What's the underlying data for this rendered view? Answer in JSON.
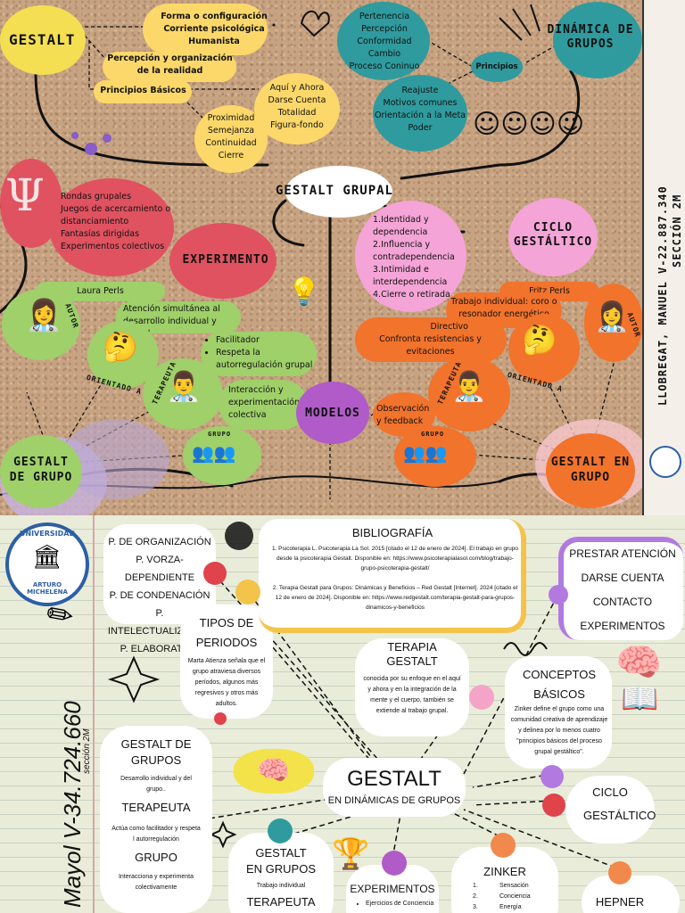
{
  "top": {
    "gestalt_title": "GESTALT",
    "gestalt_items": [
      "Forma o configuración",
      "Corriente psicológica",
      "Humanista"
    ],
    "perception": "Percepción y organización de la realidad",
    "principles_label": "Principios Básicos",
    "principles_a": [
      "Aquí y Ahora",
      "Darse Cuenta",
      "Totalidad",
      "Figura-fondo"
    ],
    "principles_b": [
      "Proximidad",
      "Semejanza",
      "Continuidad",
      "Cierre"
    ],
    "dinamica_title": "DINÁMICA DE GRUPOS",
    "dinamica_principios": "Principios",
    "dinamica_a": [
      "Pertenencia",
      "Percepción",
      "Conformidad",
      "Cambio",
      "Proceso Coninuo"
    ],
    "dinamica_b": [
      "Reajuste",
      "Motivos comunes",
      "Orientación a la Meta",
      "Poder"
    ],
    "grupal_title": "GESTALT GRUPAL",
    "psi_symbol": "Ψ",
    "experimento_items": [
      "Rondas grupales",
      "Juegos de acercamiento o distanciamiento",
      "Fantasías dirigidas",
      "Experimentos colectivos"
    ],
    "experimento_title": "EXPERIMENTO",
    "ciclo_title": "CICLO GESTÁLTICO",
    "ciclo_items": [
      "1.Identidad y dependencia",
      "2.Influencia y contradependencia",
      "3.Intimidad e interdependencia",
      "4.Cierre o retirada"
    ],
    "laura": "Laura Perls",
    "autor": "AUTOR",
    "terapeuta": "TERAPEUTA",
    "orientado": "ORIENTADO A",
    "grupo": "GRUPO",
    "laura_focus": "Atención simultánea al desarrollo individual y grupal",
    "laura_ther": [
      "Facilitador",
      "Respeta la autorregulación grupal"
    ],
    "laura_group": "Interacción y experimentación colectiva",
    "modelos": "MODELOS",
    "fritz": "Fritz Perls",
    "fritz_focus": "Trabajo individual: coro o resonador energético",
    "fritz_ther": "Directivo",
    "fritz_ther2": "Confronta resistencias y evitaciones",
    "fritz_group": "Observación y feedback",
    "gestalt_grupo_left": "GESTALT DE GRUPO",
    "gestalt_grupo_right": "GESTALT EN GRUPO",
    "author_side": "LLOBREGAT, MANUEL V-22.887.340",
    "section_side": "SECCIÓN 2M"
  },
  "bottom": {
    "university_top": "UNIVERSIDAD",
    "university_bottom": "ARTURO MICHELENA",
    "periodos_list": [
      "P. DE ORGANIZACIÓN",
      "P. VORZA-DEPENDIENTE",
      "P. DE CONDENACIÓN",
      "P. INTELECTUALIZADOR",
      "P. ELABORATIVO"
    ],
    "tipos_title": "TIPOS DE PERIODOS",
    "tipos_text": "Marta Atienza señala que el grupo atraviesa diversos períodos, algunos más regresivos y otros más adultos.",
    "biblio_title": "BIBLIOGRAFÍA",
    "biblio_1": "1. Psicoterapia L. Psicoterapia La Sol. 2015 [citado el 12 de enero de 2024]. El trabajo en grupo desde la psicoterapia Gestalt. Disponible en: https://www.psicoterapialasol.com/blog/trabajo-grupo-psicoterapia-gestalt/",
    "biblio_2": "2. Terapia Gestalt para Grupos: Dinámicas y Beneficios – Red Gestalt [Internet]. 2024 [citado el 12 de enero de 2024]. Disponible en: https://www.redgestalt.com/terapia-gestalt-para-grupos-dinamicos-y-beneficios",
    "terapia_title": "TERAPIA GESTALT",
    "terapia_text": "conocida por su enfoque en el aquí y ahora y en la integración de la mente y el cuerpo, también se extiende al trabajo grupal.",
    "key_list": [
      "PRESTAR ATENCIÓN",
      "DARSE CUENTA",
      "CONTACTO",
      "EXPERIMENTOS"
    ],
    "conceptos_title": "CONCEPTOS BÁSICOS",
    "conceptos_text": "Zinker define el grupo como una comunidad creativa de aprendizaje y delinea por lo menos cuatro \"principios básicos del proceso grupal gestáltico\".",
    "main_title": "GESTALT",
    "main_subtitle": "EN DINÁMICAS DE GRUPOS",
    "gdg_title": "GESTALT DE GRUPOS",
    "gdg_text": "Desarrollo individual y del grupo..",
    "ter_title": "TERAPEUTA",
    "ter_text": "Actúa como facilitador y respeta l autorregulación",
    "grupo_title": "GRUPO",
    "grupo_text": "Interacciona y experimenta colectivamente",
    "geg_title": "GESTALT EN GRUPOS",
    "geg_text": "Trabajo individual",
    "geg_ter": "TERAPEUTA",
    "exp_title": "EXPERIMENTOS",
    "exp_item": "Ejercicios de Conciencia",
    "zinker_title": "ZINKER",
    "zinker_items": [
      "Sensación",
      "Conciencia",
      "Energía"
    ],
    "zinker_nums": [
      "1.",
      "2.",
      "3."
    ],
    "ciclo_title": "CICLO GESTÁLTICO",
    "hepner": "HEPNER",
    "student": "Mayol V-34.724.660",
    "student_section": "sección 2M"
  }
}
